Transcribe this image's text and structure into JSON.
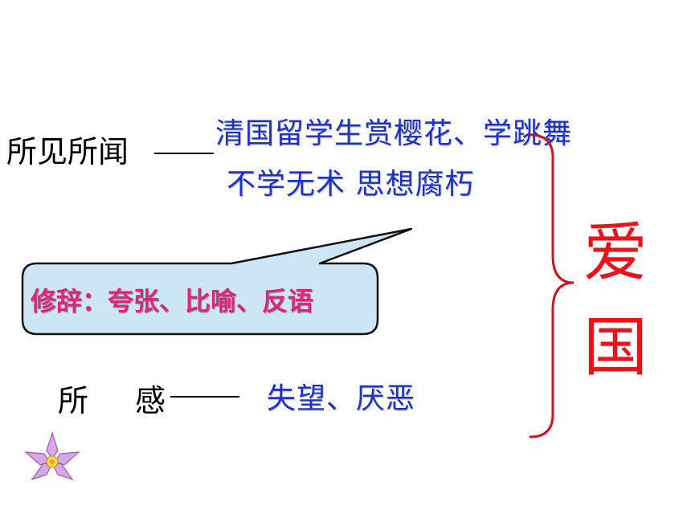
{
  "slide": {
    "seen": {
      "label": "所见所闻",
      "line1": "清国留学生赏樱花、学跳舞",
      "line2": "不学无术 思想腐朽"
    },
    "callout": {
      "text": "修辞：夸张、比喻、反语"
    },
    "felt": {
      "label_part1": "所",
      "label_part2": "感",
      "text": "失望、厌恶"
    },
    "theme": {
      "char1": "爱",
      "char2": "国"
    },
    "colors": {
      "blue_text": "#1d33c8",
      "callout_text": "#e0247a",
      "theme_red": "#e8131b",
      "brace_red": "#d0151c"
    },
    "icons": {
      "flower": "lotus-flower-icon"
    }
  }
}
